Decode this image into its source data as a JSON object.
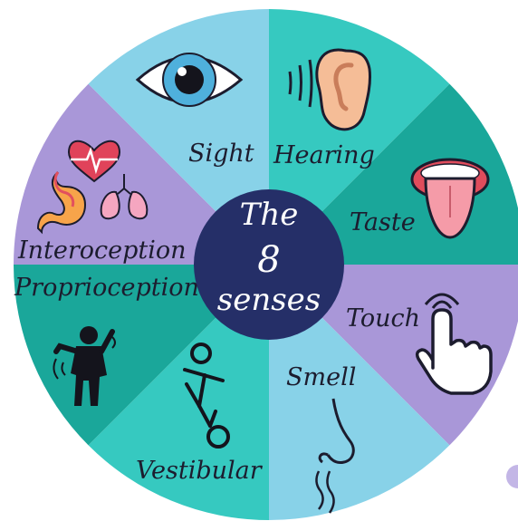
{
  "center": {
    "line1": "The",
    "line2": "8",
    "line3": "senses"
  },
  "segments": [
    {
      "id": "sight",
      "label": "Sight",
      "color": "#36c9c0"
    },
    {
      "id": "hearing",
      "label": "Hearing",
      "color": "#1aa79a"
    },
    {
      "id": "taste",
      "label": "Taste",
      "color": "#a997d8"
    },
    {
      "id": "touch",
      "label": "Touch",
      "color": "#88d2e8"
    },
    {
      "id": "smell",
      "label": "Smell",
      "color": "#36c9c0"
    },
    {
      "id": "vestibular",
      "label": "Vestibular",
      "color": "#1aa79a"
    },
    {
      "id": "proprioception",
      "label": "Proprioception",
      "color": "#a997d8"
    },
    {
      "id": "interoception",
      "label": "Interoception",
      "color": "#88d2e8"
    }
  ],
  "colors": {
    "center": "#252f68",
    "outline": "#1c1c2e"
  }
}
